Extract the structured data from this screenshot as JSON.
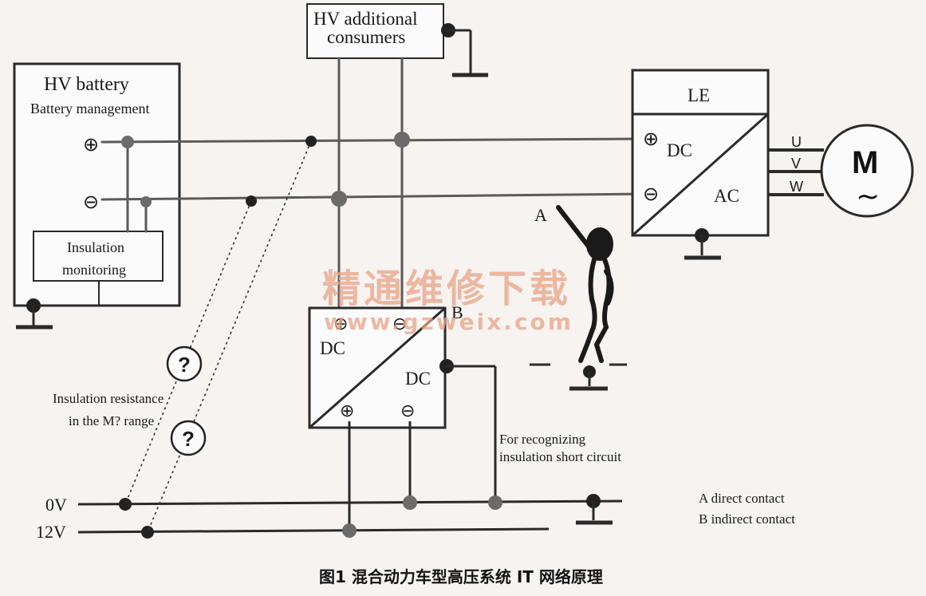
{
  "labels": {
    "hv_battery": "HV battery",
    "battery_management": "Battery management",
    "insulation_monitoring_1": "Insulation",
    "insulation_monitoring_2": "monitoring",
    "hv_consumers_1": "HV additional",
    "hv_consumers_2": "consumers",
    "le": "LE",
    "dc_top": "DC",
    "ac": "AC",
    "motor": "M",
    "motor_tilde": "~",
    "phase_u": "U",
    "phase_v": "V",
    "phase_w": "W",
    "dcdc_in": "DC",
    "dcdc_out": "DC",
    "point_a": "A",
    "point_b": "B",
    "question": "?",
    "insulation_res_1": "Insulation resistance",
    "insulation_res_2": "in the M? range",
    "recognizing_1": "For recognizing",
    "recognizing_2": "insulation short circuit",
    "rail_0v": "0V",
    "rail_12v": "12V",
    "legend_a": "A direct contact",
    "legend_b": "B indirect contact",
    "plus": "⊕",
    "minus": "⊖"
  },
  "caption": "图1  混合动力车型高压系统 IT 网络原理",
  "watermark": {
    "cn": "精通维修下载",
    "url": "www.gzweix.com"
  }
}
